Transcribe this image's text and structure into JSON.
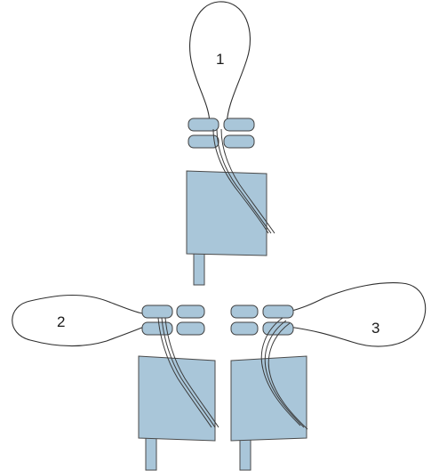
{
  "figure": {
    "assemblies": [
      {
        "id": "1",
        "label": "1",
        "loop_direction": "up"
      },
      {
        "id": "2",
        "label": "2",
        "loop_direction": "left"
      },
      {
        "id": "3",
        "label": "3",
        "loop_direction": "right"
      }
    ],
    "colors": {
      "component_fill": "#a9c6d9",
      "outline": "#4a4a4a",
      "background": "#ffffff"
    }
  }
}
